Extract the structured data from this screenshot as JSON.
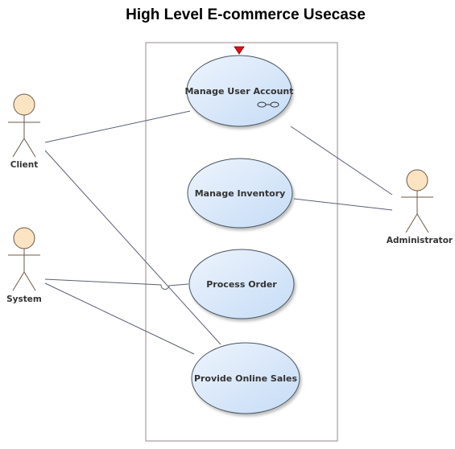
{
  "diagram": {
    "title": "High Level E-commerce Usecase",
    "actors": [
      {
        "id": "client",
        "label": "Client"
      },
      {
        "id": "system",
        "label": "System"
      },
      {
        "id": "administrator",
        "label": "Administrator"
      }
    ],
    "use_cases": [
      {
        "id": "manage-user-account",
        "label": "Manage User Account"
      },
      {
        "id": "manage-inventory",
        "label": "Manage Inventory"
      },
      {
        "id": "process-order",
        "label": "Process Order"
      },
      {
        "id": "provide-online-sales",
        "label": "Provide Online Sales"
      }
    ],
    "associations": [
      {
        "from": "client",
        "to": "manage-user-account"
      },
      {
        "from": "client",
        "to": "provide-online-sales"
      },
      {
        "from": "system",
        "to": "process-order"
      },
      {
        "from": "system",
        "to": "provide-online-sales"
      },
      {
        "from": "administrator",
        "to": "manage-user-account"
      },
      {
        "from": "administrator",
        "to": "manage-inventory"
      }
    ],
    "colors": {
      "actor_fill": "#fce4c2",
      "actor_stroke": "#6b5a4a",
      "use_case_gradient_light": "#eef4fd",
      "use_case_gradient_dark": "#c5dcf6",
      "use_case_stroke": "#4a5561",
      "boundary_stroke": "#9a8a8c",
      "line_color": "#5a6073",
      "marker_color": "#e0101a"
    }
  }
}
